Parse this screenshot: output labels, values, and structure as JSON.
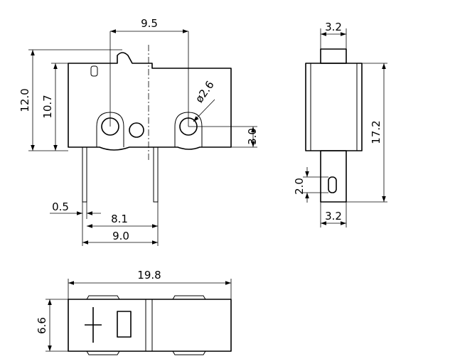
{
  "front_view": {
    "dim_pin_pitch": "9.5",
    "dim_hole_dia": "ø2.6",
    "dim_total_height": "12.0",
    "dim_body_height": "10.7",
    "dim_hole_offset": "3.0",
    "dim_pin_width": "0.5",
    "dim_pin_to_center": "8.1",
    "dim_pin_span": "9.0"
  },
  "side_view": {
    "dim_top_width": "3.2",
    "dim_height": "17.2",
    "dim_slot": "2.0",
    "dim_bottom_width": "3.2"
  },
  "top_view": {
    "dim_length": "19.8",
    "dim_width": "6.6"
  }
}
